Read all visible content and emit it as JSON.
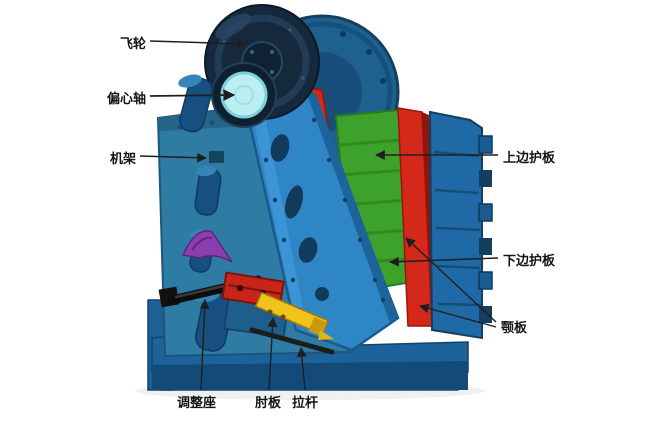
{
  "labels": {
    "flywheel": "飞轮",
    "eccentric_shaft": "偏心轴",
    "frame": "机架",
    "upper_side_guard": "上边护板",
    "lower_side_guard": "下边护板",
    "jaw_plate": "颚板",
    "adjustment_seat": "调整座",
    "toggle_plate": "肘板",
    "tension_rod": "拉杆"
  },
  "colors": {
    "background": "#ffffff",
    "machine_blue": "#2f86c6",
    "frame_teal": "#2e7ba3",
    "dark_blue": "#174f80",
    "back_wheel_blue": "#1e618f",
    "flywheel_dark": "#16293c",
    "eccentric_cyan": "#baeef2",
    "jaw_red": "#d3281a",
    "guard_green": "#3da22c",
    "toggle_yellow": "#f1c31d",
    "lever_purple": "#8b3fae",
    "rod_black": "#0d0d0d",
    "leader_line": "#1f1f1f",
    "label_text": "#141414"
  }
}
